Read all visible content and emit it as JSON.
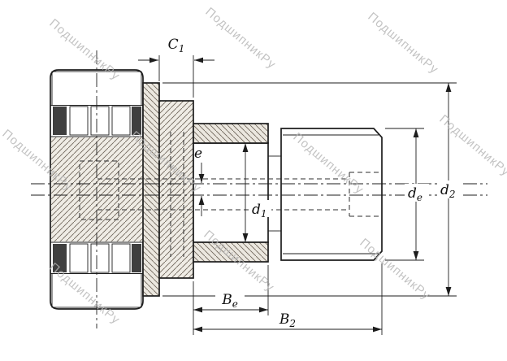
{
  "watermark": {
    "text": "ПодшипникРу",
    "color": "#b5b5b5"
  },
  "dimensions": {
    "c1": {
      "main": "C",
      "sub": "1"
    },
    "e": {
      "main": "e",
      "sub": ""
    },
    "d1": {
      "main": "d",
      "sub": "1"
    },
    "de": {
      "main": "d",
      "sub": "e"
    },
    "d2": {
      "main": "d",
      "sub": "2"
    },
    "be": {
      "main": "B",
      "sub": "e"
    },
    "b2": {
      "main": "B",
      "sub": "2"
    }
  },
  "colors": {
    "ink": "#1d1d1d",
    "hatch_line": "#6b6257",
    "hatch_tint": "#ebe7df",
    "watermark": "#b5b5b5"
  }
}
